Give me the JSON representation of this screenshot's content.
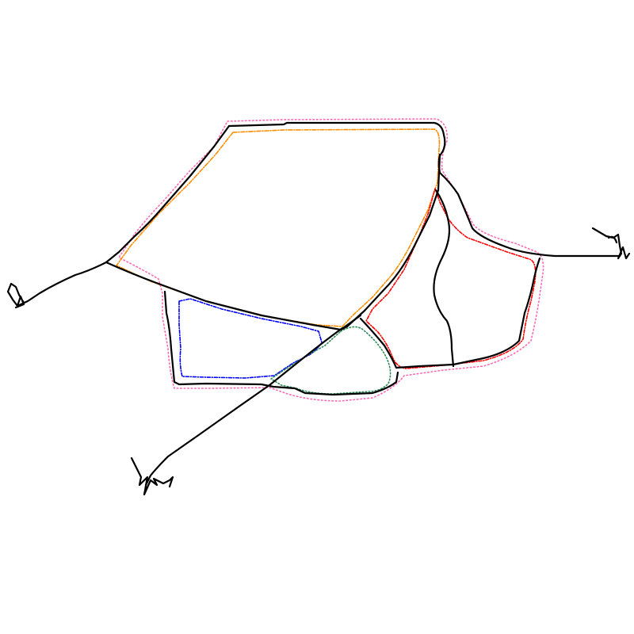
{
  "diagram": {
    "background": "#ffffff",
    "ink_color": "#000000",
    "regions": [
      {
        "name": "top-region",
        "outline_color": "#ff8c00",
        "outline_style": "dash-dot"
      },
      {
        "name": "right-region",
        "outline_color": "#ff0000",
        "outline_style": "dash-dot"
      },
      {
        "name": "left-bottom-region",
        "outline_color": "#0000ff",
        "outline_style": "dash-dot"
      },
      {
        "name": "middle-bottom-region",
        "outline_color": "#2e8b57",
        "outline_style": "dotted"
      },
      {
        "name": "outer-boundary",
        "outline_color": "#ff69b4",
        "outline_style": "dotted"
      }
    ],
    "hand_drawn_text": []
  }
}
